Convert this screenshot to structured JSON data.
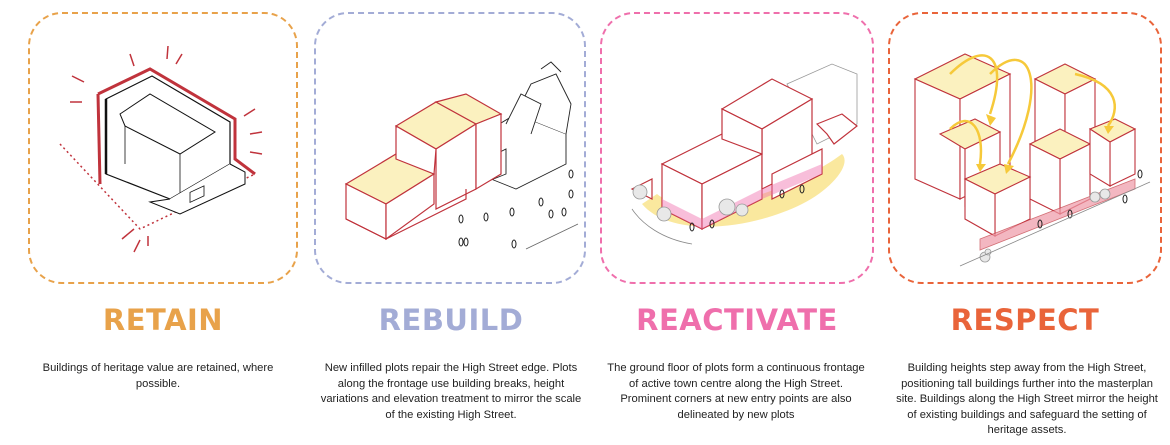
{
  "colors": {
    "retain": "#e8a24a",
    "rebuild": "#a3acd6",
    "reactivate": "#ef6fac",
    "respect": "#e9643a",
    "building_red": "#c0333c",
    "building_fill": "#fbf1bf",
    "highlight": "#f6d64e"
  },
  "panels": [
    {
      "key": "retain",
      "heading": "RETAIN",
      "description": "Buildings of heritage value are retained, where possible."
    },
    {
      "key": "rebuild",
      "heading": "REBUILD",
      "description": "New infilled plots repair the High Street edge. Plots along the frontage use building breaks, height variations and elevation treatment to mirror the scale of the existing High Street."
    },
    {
      "key": "reactivate",
      "heading": "REACTIVATE",
      "description": "The ground floor of plots form a continuous frontage of active town centre along the High Street. Prominent corners at new entry points are also delineated by new plots"
    },
    {
      "key": "respect",
      "heading": "RESPECT",
      "description": "Building heights step away from the High Street, positioning tall buildings further into the masterplan site. Buildings along the High Street mirror the height of existing buildings and safeguard the setting of heritage assets."
    }
  ]
}
